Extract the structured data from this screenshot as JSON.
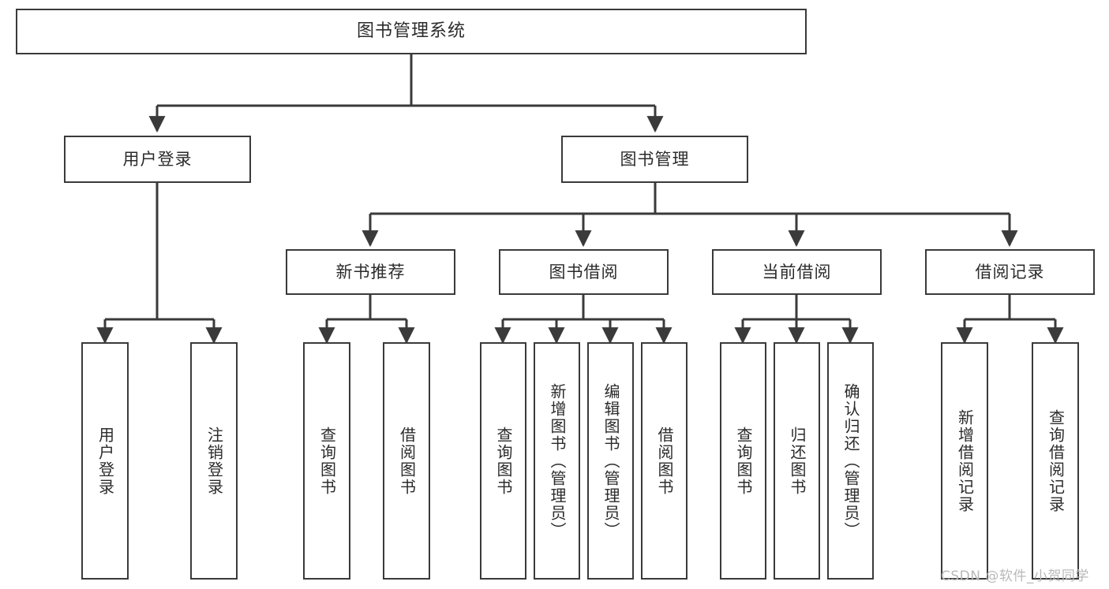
{
  "diagram": {
    "type": "tree",
    "title": "图书管理系统",
    "watermark": "CSDN @软件_小贺同学",
    "colors": {
      "box_border": "#3a3a3a",
      "box_fill": "#ffffff",
      "line": "#3a3a3a",
      "text": "#2b2b2b",
      "watermark": "#b9b9b9",
      "background": "#ffffff"
    },
    "root": {
      "id": "root",
      "label": "图书管理系统"
    },
    "level2": [
      {
        "id": "user-login",
        "label": "用户登录"
      },
      {
        "id": "book-manage",
        "label": "图书管理"
      }
    ],
    "level3": [
      {
        "id": "new-book-recommend",
        "label": "新书推荐",
        "parent": "book-manage"
      },
      {
        "id": "book-borrow",
        "label": "图书借阅",
        "parent": "book-manage"
      },
      {
        "id": "current-borrow",
        "label": "当前借阅",
        "parent": "book-manage"
      },
      {
        "id": "borrow-record",
        "label": "借阅记录",
        "parent": "book-manage"
      }
    ],
    "leaves": {
      "user_login": [
        {
          "id": "leaf-user-login",
          "label": "用户登录"
        },
        {
          "id": "leaf-user-logout",
          "label": "注销登录"
        }
      ],
      "new_book_recommend": [
        {
          "id": "leaf-query-book-1",
          "label": "查询图书"
        },
        {
          "id": "leaf-borrow-book-1",
          "label": "借阅图书"
        }
      ],
      "book_borrow": [
        {
          "id": "leaf-query-book-2",
          "label": "查询图书"
        },
        {
          "id": "leaf-add-book",
          "label": "新增图书（管理员）"
        },
        {
          "id": "leaf-edit-book",
          "label": "编辑图书（管理员）"
        },
        {
          "id": "leaf-borrow-book-2",
          "label": "借阅图书"
        }
      ],
      "current_borrow": [
        {
          "id": "leaf-query-book-3",
          "label": "查询图书"
        },
        {
          "id": "leaf-return-book",
          "label": "归还图书"
        },
        {
          "id": "leaf-confirm-return",
          "label": "确认归还（管理员）"
        }
      ],
      "borrow_record": [
        {
          "id": "leaf-add-record",
          "label": "新增借阅记录"
        },
        {
          "id": "leaf-query-record",
          "label": "查询借阅记录"
        }
      ]
    }
  }
}
